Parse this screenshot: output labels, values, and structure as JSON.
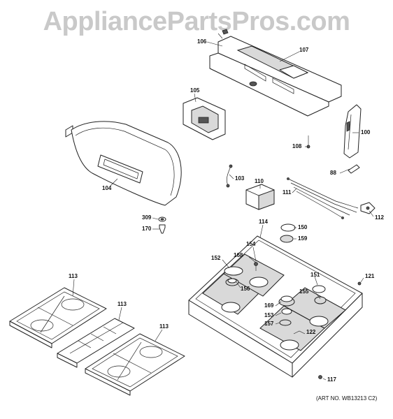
{
  "watermark": "AppliancePartsPros.com",
  "art_number": "(ART NO. WB13213 C2)",
  "callouts": {
    "c106": "106",
    "c107": "107",
    "c105": "105",
    "c100": "100",
    "c108": "108",
    "c88": "88",
    "c104": "104",
    "c103": "103",
    "c110": "110",
    "c111": "111",
    "c112": "112",
    "c309": "309",
    "c170": "170",
    "c114": "114",
    "c150": "150",
    "c159": "159",
    "c154": "154",
    "c152": "152",
    "c168": "168",
    "c156": "156",
    "c151": "151",
    "c121": "121",
    "c155": "155",
    "c169": "169",
    "c153": "153",
    "c157": "157",
    "c122": "122",
    "c117": "117",
    "c113a": "113",
    "c113b": "113",
    "c113c": "113"
  }
}
